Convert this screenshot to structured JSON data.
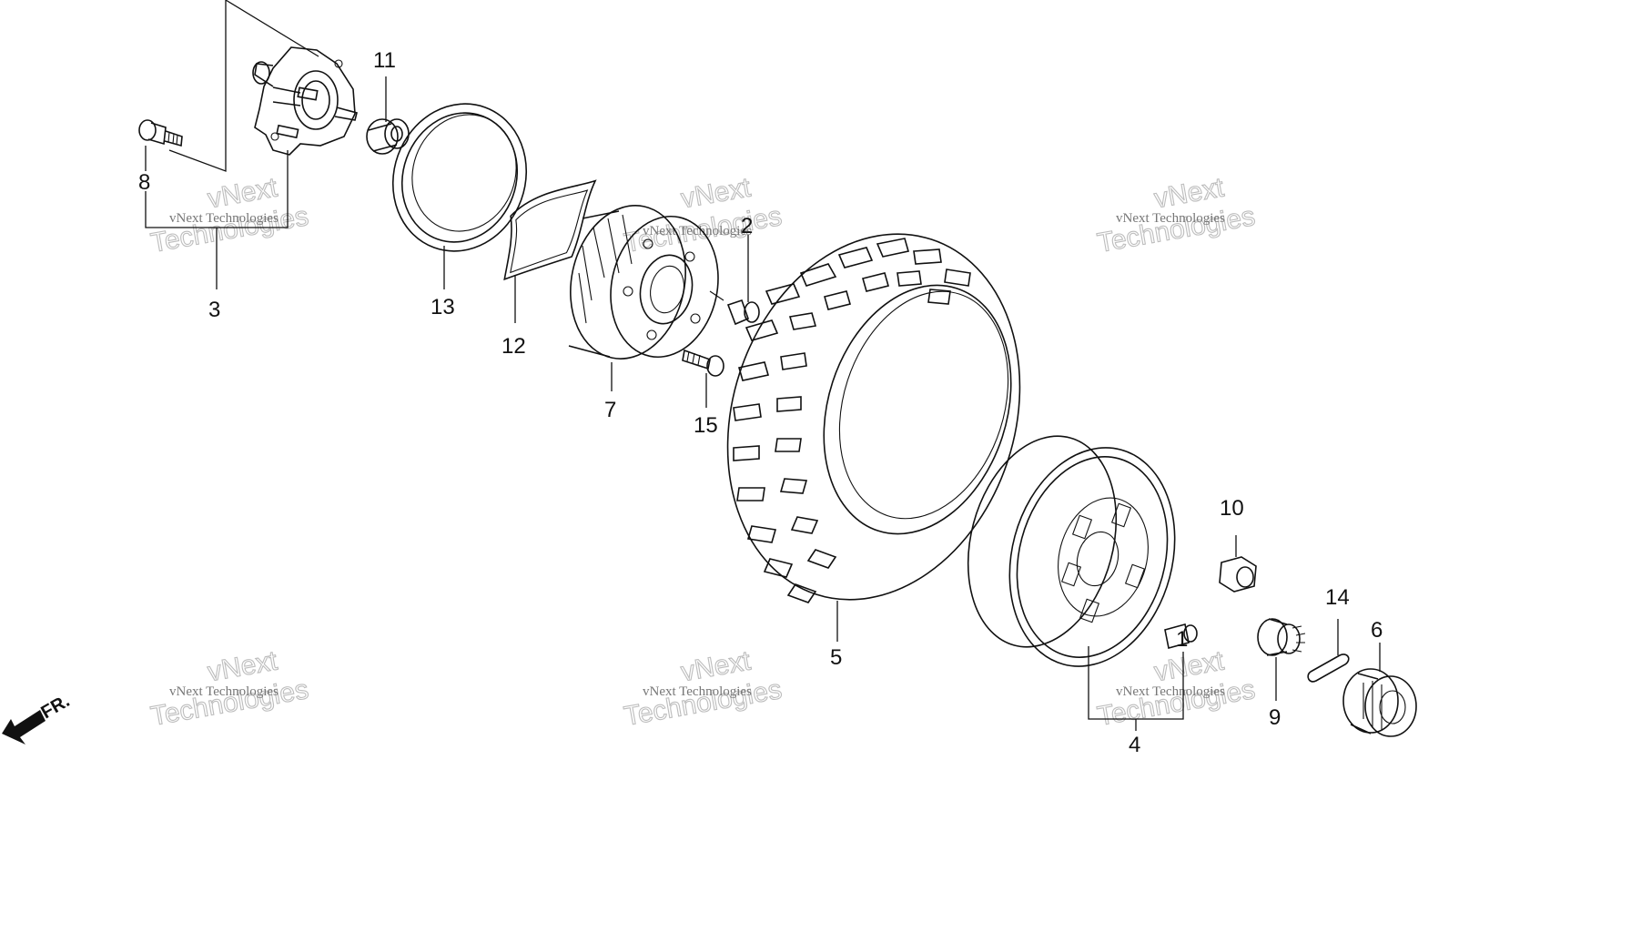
{
  "callouts": {
    "c1": "1",
    "c2": "2",
    "c3": "3",
    "c4": "4",
    "c5": "5",
    "c6": "6",
    "c7": "7",
    "c8": "8",
    "c9": "9",
    "c10": "10",
    "c11": "11",
    "c12": "12",
    "c13": "13",
    "c14": "14",
    "c15": "15"
  },
  "direction_label": "FR.",
  "watermark": {
    "line1": "vNext",
    "line2": "vNext Technologies",
    "line3": "Technologies",
    "color": "#9a9a9a"
  },
  "line_color": "#111111"
}
